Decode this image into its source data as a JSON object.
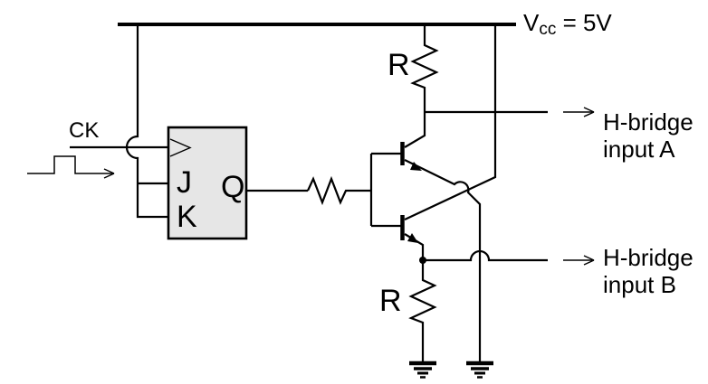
{
  "schematic": {
    "supply": {
      "prefix": "V",
      "subscript": "cc",
      "suffix": " = 5V"
    },
    "clock": {
      "label": "CK"
    },
    "flipflop": {
      "j_label": "J",
      "k_label": "K",
      "q_label": "Q"
    },
    "resistors": {
      "pullup_label": "R",
      "pulldown_label": "R"
    },
    "outputs": {
      "a": {
        "line1": "H-bridge",
        "line2": "input A"
      },
      "b": {
        "line1": "H-bridge",
        "line2": "input B"
      }
    }
  },
  "colors": {
    "wire": "#000000",
    "text": "#000000",
    "flipflop_fill": "#e6e6e6",
    "background": "#ffffff"
  }
}
